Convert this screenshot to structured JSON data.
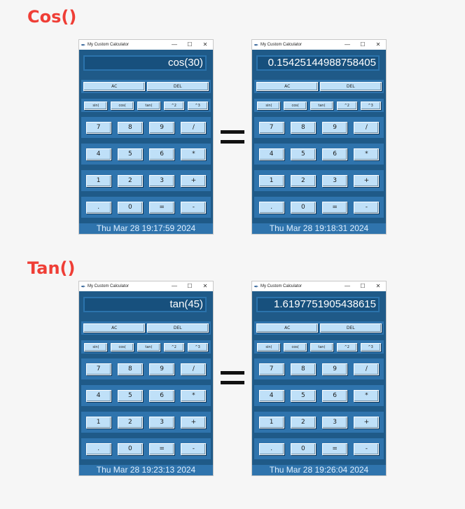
{
  "sections": [
    {
      "title": "Cos()",
      "windows": [
        {
          "title": "My Custom Calculator",
          "display": "cos(30)",
          "status": "Thu Mar 28 19:17:59 2024"
        },
        {
          "title": "My Custom Calculator",
          "display": "0.15425144988758405",
          "status": "Thu Mar 28 19:18:31 2024"
        }
      ]
    },
    {
      "title": "Tan()",
      "windows": [
        {
          "title": "My Custom Calculator",
          "display": "tan(45)",
          "status": "Thu Mar 28 19:23:13 2024"
        },
        {
          "title": "My Custom Calculator",
          "display": "1.6197751905438615",
          "status": "Thu Mar 28 19:26:04 2024"
        }
      ]
    }
  ],
  "window_controls": {
    "minimize": "—",
    "maximize": "☐",
    "close": "✕"
  },
  "buttons": {
    "ac": "AC",
    "del": "DEL",
    "sin": "sin(",
    "cos": "cos(",
    "tan": "tan(",
    "pow2": "^2",
    "pow3": "^3",
    "n7": "7",
    "n8": "8",
    "n9": "9",
    "divide": "/",
    "n4": "4",
    "n5": "5",
    "n6": "6",
    "multiply": "*",
    "n1": "1",
    "n2": "2",
    "n3": "3",
    "plus": "+",
    "dot": ".",
    "n0": "0",
    "equals": "=",
    "minus": "-"
  },
  "colors": {
    "accent_title": "#ef3e36",
    "window_bg": "#1f5a88",
    "row_bg": "#2f74ad",
    "button_bg": "#bfe0f8"
  }
}
